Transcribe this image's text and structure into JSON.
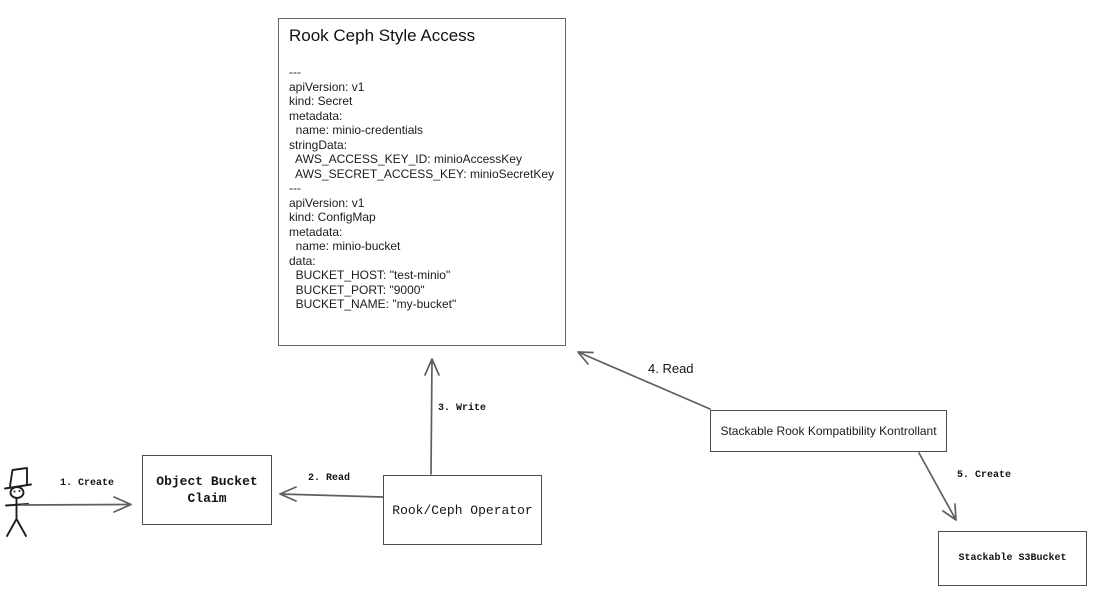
{
  "diagram": {
    "colors": {
      "background": "#ffffff",
      "connector": "#5f5f5f",
      "box_border": "#4d4d4d",
      "text": "#1a1a1a"
    },
    "actor": {
      "icon": "stick-figure-icon",
      "role": "user"
    },
    "main_box": {
      "title": "Rook Ceph Style Access",
      "manifest": "---\napiVersion: v1\nkind: Secret\nmetadata:\n  name: minio-credentials\nstringData:\n  AWS_ACCESS_KEY_ID: minioAccessKey\n  AWS_SECRET_ACCESS_KEY: minioSecretKey\n---\napiVersion: v1\nkind: ConfigMap\nmetadata:\n  name: minio-bucket\ndata:\n  BUCKET_HOST: \"test-minio\"\n  BUCKET_PORT: \"9000\"\n  BUCKET_NAME: \"my-bucket\""
    },
    "nodes": {
      "object_bucket_claim": {
        "label": "Object Bucket\nClaim"
      },
      "rook_ceph_operator": {
        "label": "Rook/Ceph Operator"
      },
      "stackable_kontrollant": {
        "label": "Stackable Rook Kompatibility Kontrollant"
      },
      "stackable_s3bucket": {
        "label": "Stackable S3Bucket"
      }
    },
    "edges": {
      "create_obc": {
        "label": "1. Create",
        "from": "user",
        "to": "object_bucket_claim"
      },
      "read_obc": {
        "label": "2. Read",
        "from": "rook_ceph_operator",
        "to": "object_bucket_claim"
      },
      "write_manifests": {
        "label": "3. Write",
        "from": "rook_ceph_operator",
        "to": "rook_ceph_style_access"
      },
      "read_manifests": {
        "label": "4. Read",
        "from": "stackable_kontrollant",
        "to": "rook_ceph_style_access"
      },
      "create_s3bucket": {
        "label": "5. Create",
        "from": "stackable_kontrollant",
        "to": "stackable_s3bucket"
      }
    }
  }
}
